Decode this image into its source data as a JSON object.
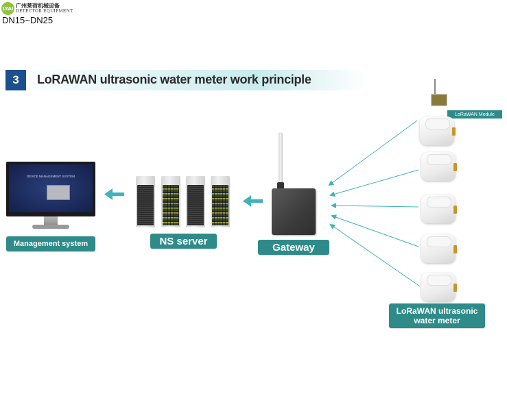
{
  "header": {
    "logo_mark": "LYAI",
    "company_cn": "广州莱荷机械设备",
    "company_en": "DETECTOR EQUIPMENT",
    "size_range": "DN15~DN25"
  },
  "section": {
    "number": "3",
    "title": "LoRAWAN ultrasonic water meter work principle"
  },
  "nodes": {
    "management": {
      "label": "Management system",
      "screen_title": "DEVICE MANAGEMENT SYSTEM"
    },
    "ns_server": {
      "label": "NS server"
    },
    "gateway": {
      "label": "Gateway"
    },
    "meters": {
      "label_line1": "LoRaWAN ultrasonic",
      "label_line2": "water meter"
    },
    "module": {
      "label": "LoRaWAN  Module"
    }
  },
  "colors": {
    "label_bg": "#2e8b8a",
    "banner_number_bg": "#1c4f8e",
    "arrow": "#3fb4b8"
  }
}
